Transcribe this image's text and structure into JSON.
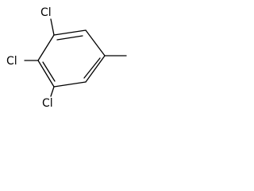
{
  "molecule": {
    "atoms": {
      "cl_top": "Cl",
      "cl_middle": "Cl",
      "cl_bottom": "Cl"
    },
    "colors": {
      "bond": "#000000",
      "label": "#000000",
      "background": "#ffffff"
    }
  }
}
